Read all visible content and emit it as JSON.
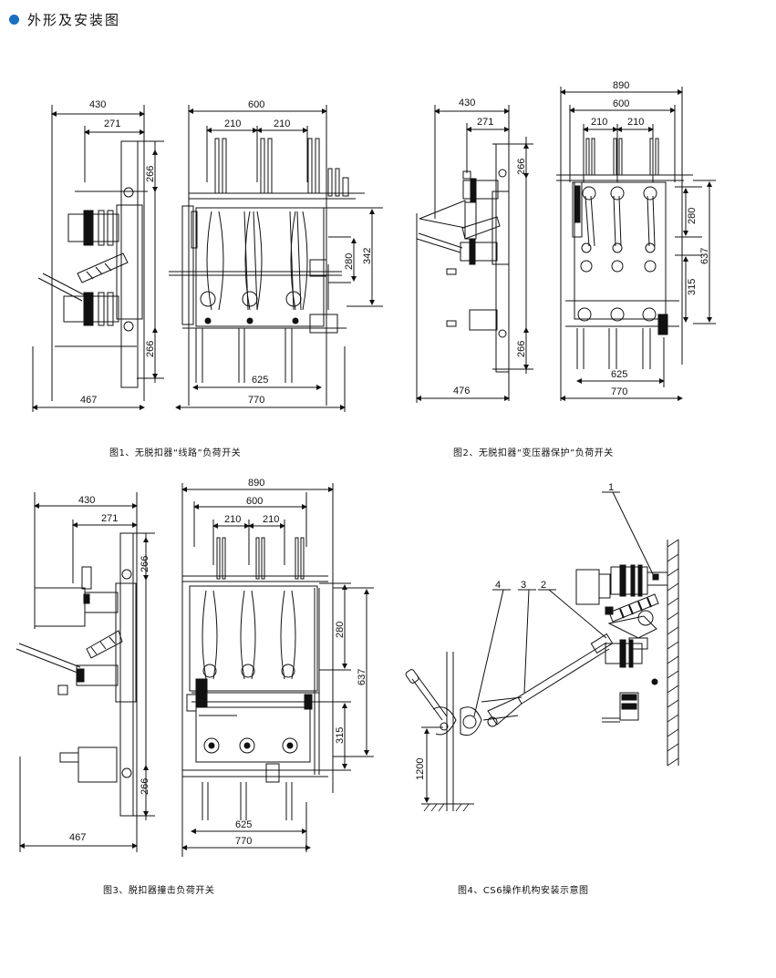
{
  "header": {
    "title": "外形及安装图",
    "accent_color": "#1a6fc1",
    "icon": "bullet-dot-icon"
  },
  "figures": [
    {
      "caption": "图1、无脱扣器“线路”负荷开关",
      "dims": {
        "d430": "430",
        "d271": "271",
        "d266_top": "266",
        "d266_bot": "266",
        "d467": "467",
        "d600": "600",
        "d210a": "210",
        "d210b": "210",
        "d280": "280",
        "d342": "342",
        "d625": "625",
        "d770": "770"
      }
    },
    {
      "caption": "图2、无脱扣器“变压器保护”负荷开关",
      "dims": {
        "d430": "430",
        "d271": "271",
        "d266_top": "266",
        "d266_bot": "266",
        "d476": "476",
        "d890": "890",
        "d600": "600",
        "d210a": "210",
        "d210b": "210",
        "d280": "280",
        "d637": "637",
        "d315": "315",
        "d625": "625",
        "d770": "770"
      }
    },
    {
      "caption": "图3、脱扣器撞击负荷开关",
      "dims": {
        "d430": "430",
        "d271": "271",
        "d266_top": "266",
        "d266_bot": "266",
        "d467": "467",
        "d890": "890",
        "d600": "600",
        "d210a": "210",
        "d210b": "210",
        "d280": "280",
        "d637": "637",
        "d315": "315",
        "d625": "625",
        "d770": "770"
      }
    },
    {
      "caption": "图4、CS6操作机构安装示意图",
      "labels": {
        "n1": "1",
        "n2": "2",
        "n3": "3",
        "n4": "4",
        "h1200": "1200"
      }
    }
  ]
}
